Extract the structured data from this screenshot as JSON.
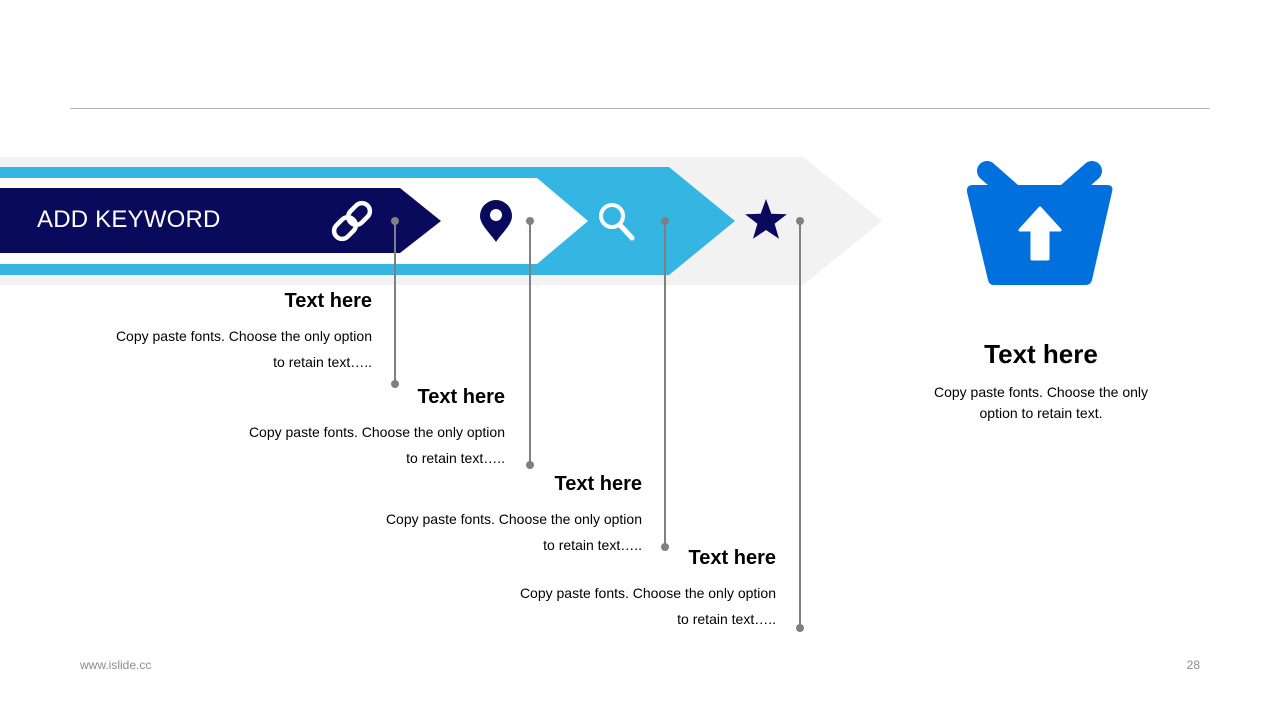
{
  "banner": {
    "keyword": "ADD KEYWORD"
  },
  "steps": [
    {
      "icon": "link-icon",
      "heading": "Text here",
      "line1": "Copy paste fonts. Choose the only option",
      "line2": "to retain text….."
    },
    {
      "icon": "location-pin-icon",
      "heading": "Text here",
      "line1": "Copy paste fonts. Choose the only option",
      "line2": "to retain text….."
    },
    {
      "icon": "search-icon",
      "heading": "Text here",
      "line1": "Copy paste fonts. Choose the only option",
      "line2": "to retain text….."
    },
    {
      "icon": "star-icon",
      "heading": "Text here",
      "line1": "Copy paste fonts. Choose the only option",
      "line2": "to retain text….."
    }
  ],
  "feature": {
    "icon": "basket-upload-icon",
    "heading": "Text here",
    "line1": "Copy paste fonts. Choose the only",
    "line2": "option to retain text."
  },
  "footer": {
    "url": "www.islide.cc",
    "page": "28"
  },
  "colors": {
    "navy": "#0a0a5c",
    "sky": "#35b6e2",
    "grey": "#f2f2f2",
    "blue": "#0070dc",
    "leader": "#808080"
  }
}
